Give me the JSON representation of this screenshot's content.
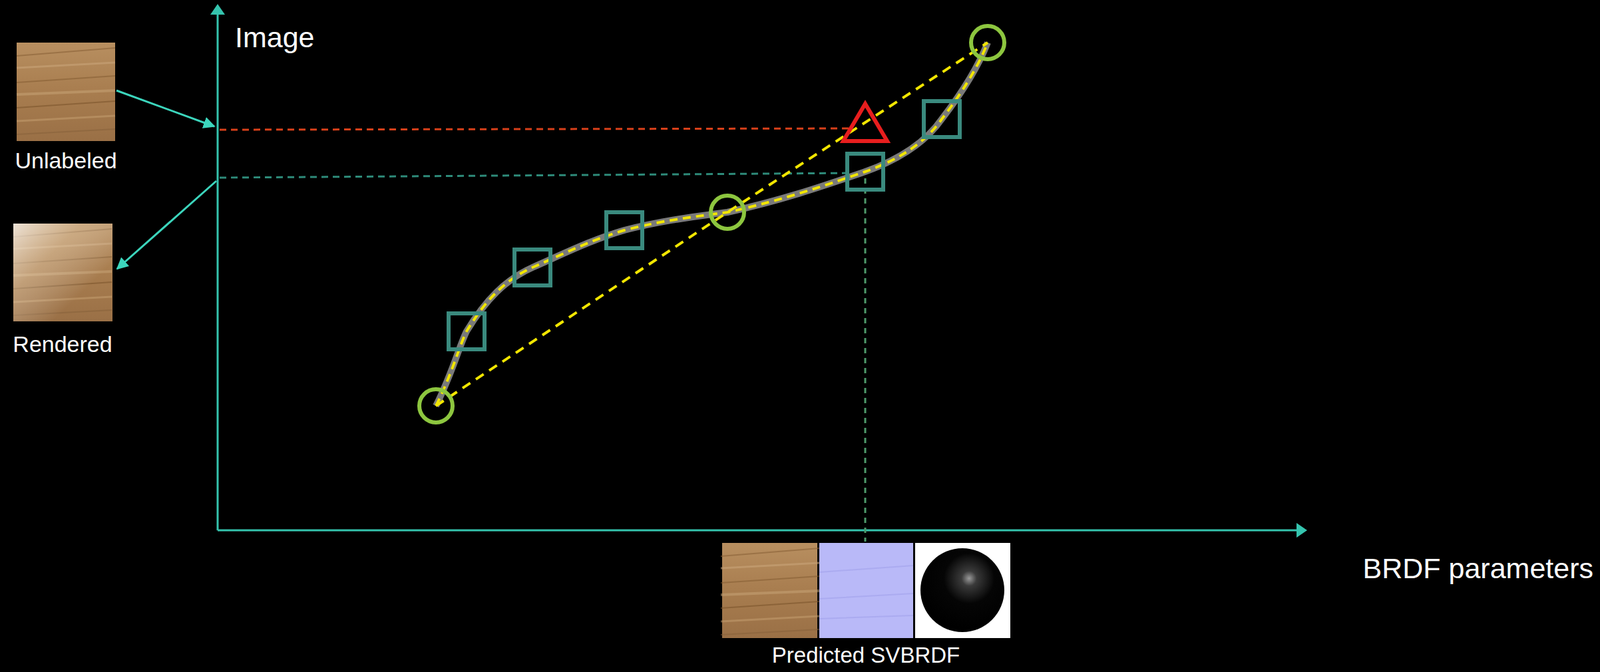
{
  "diagram": {
    "labels": [
      "Image",
      "Unlabeled",
      "Rendered",
      "BRDF parameters",
      "Predicted SVBRDF"
    ]
  }
}
